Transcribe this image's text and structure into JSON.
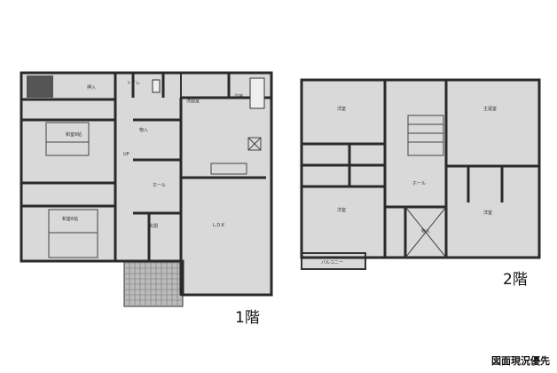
{
  "floor1": {
    "label": "1階",
    "rooms": {
      "washitsu_a": "和室8帖",
      "washitsu_b": "和室6帖",
      "closet": "押入",
      "washroom": "洗面室",
      "bath": "浴室",
      "toilet": "トイレ",
      "stairs": "UP",
      "hall": "ホール",
      "entrance": "玄関",
      "storage": "物入",
      "ldk": "L.D.K"
    }
  },
  "floor2": {
    "label": "2階",
    "rooms": {
      "room_nw": "洋室",
      "room_ne": "主寝室",
      "room_sw": "洋室",
      "room_se": "洋室",
      "hall": "ホール",
      "closet": "物入",
      "balcony": "バルコニー"
    }
  },
  "note": "図面現況優先"
}
